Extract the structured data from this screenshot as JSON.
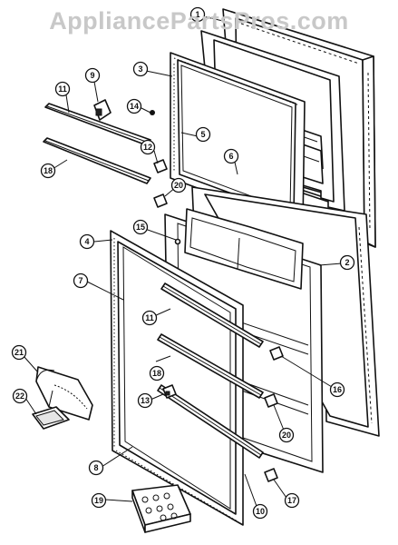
{
  "watermark": "AppliancePartsPros.com",
  "callouts": [
    {
      "id": "c1",
      "label": "1"
    },
    {
      "id": "c3",
      "label": "3"
    },
    {
      "id": "c9",
      "label": "9"
    },
    {
      "id": "c11a",
      "label": "11"
    },
    {
      "id": "c14",
      "label": "14"
    },
    {
      "id": "c5",
      "label": "5"
    },
    {
      "id": "c12",
      "label": "12"
    },
    {
      "id": "c6",
      "label": "6"
    },
    {
      "id": "c18a",
      "label": "18"
    },
    {
      "id": "c20a",
      "label": "20"
    },
    {
      "id": "c15",
      "label": "15"
    },
    {
      "id": "c4",
      "label": "4"
    },
    {
      "id": "c2",
      "label": "2"
    },
    {
      "id": "c7",
      "label": "7"
    },
    {
      "id": "c11b",
      "label": "11"
    },
    {
      "id": "c21",
      "label": "21"
    },
    {
      "id": "c18b",
      "label": "18"
    },
    {
      "id": "c16",
      "label": "16"
    },
    {
      "id": "c13",
      "label": "13"
    },
    {
      "id": "c22",
      "label": "22"
    },
    {
      "id": "c20b",
      "label": "20"
    },
    {
      "id": "c8",
      "label": "8"
    },
    {
      "id": "c10",
      "label": "10"
    },
    {
      "id": "c17",
      "label": "17"
    },
    {
      "id": "c19",
      "label": "19"
    }
  ]
}
